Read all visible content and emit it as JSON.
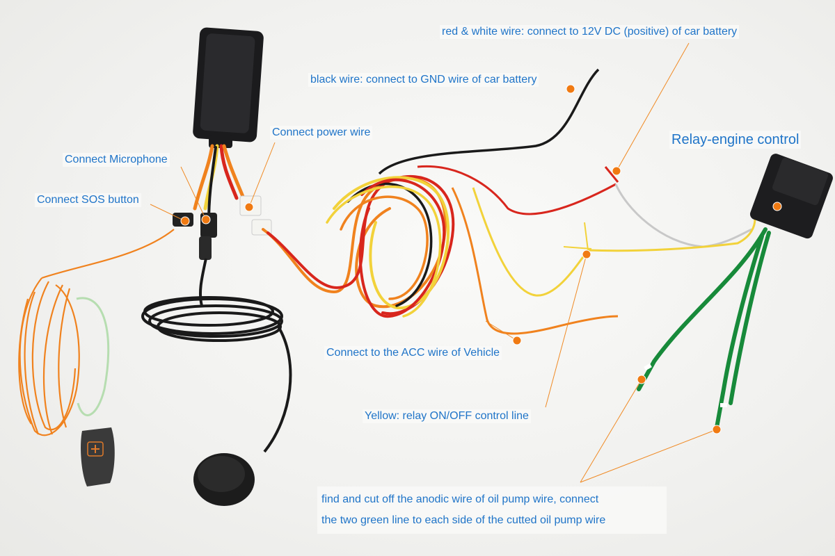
{
  "labels": {
    "red_white_wire": "red & white wire: connect to 12V DC (positive) of car battery",
    "black_wire": "black wire: connect to GND wire of car battery",
    "connect_power_wire": "Connect power wire",
    "relay_engine_control": "Relay-engine control",
    "connect_microphone": "Connect Microphone",
    "connect_sos_button": "Connect SOS button",
    "connect_acc": "Connect to the ACC wire of Vehicle",
    "yellow_relay": "Yellow: relay ON/OFF control line",
    "oil_pump_line1": "find and cut off the anodic wire of oil pump wire, connect",
    "oil_pump_line2": "the two green line to each side of the cutted oil pump wire"
  },
  "colors": {
    "label_text": "#1f74c8",
    "leader_line": "#f08a24",
    "marker_dot": "#f07a12",
    "wire_red": "#d8261d",
    "wire_orange": "#f0821e",
    "wire_yellow": "#f2d23a",
    "wire_black": "#1a1a1a",
    "wire_green": "#178a3a"
  },
  "icons": {
    "sos_button": "plus-icon"
  }
}
